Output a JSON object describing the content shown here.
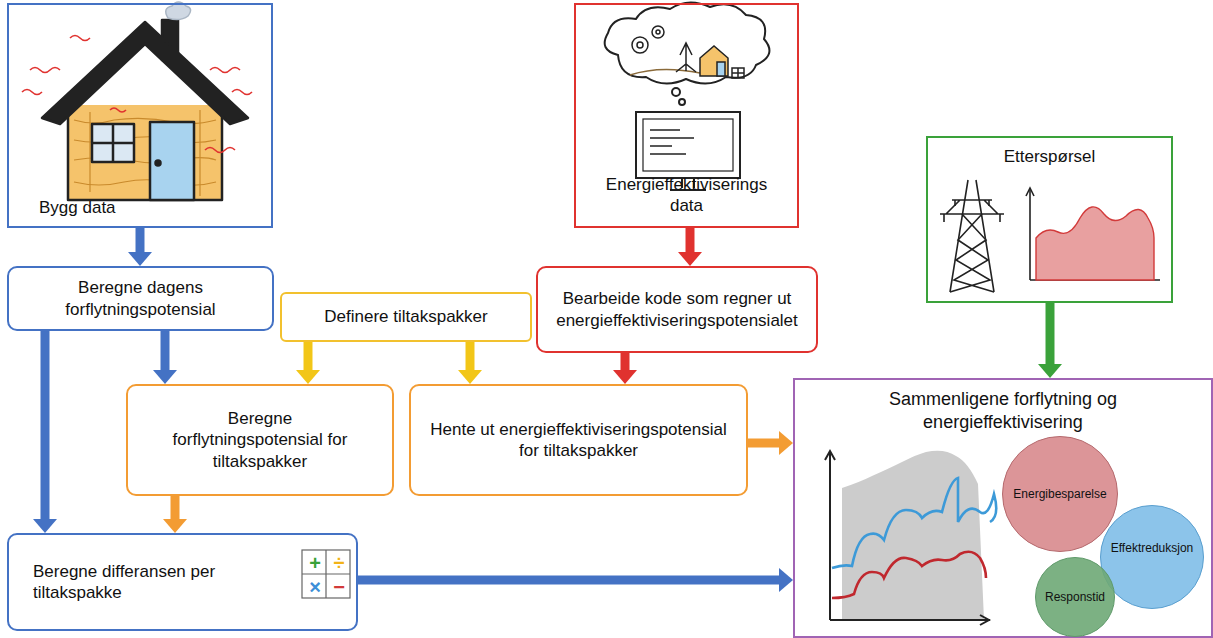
{
  "diagram": {
    "nodes": [
      {
        "text": [
          "Bygg data"
        ]
      },
      {
        "text": [
          "Energieffektiviserings data"
        ]
      },
      {
        "text": [
          "Etterspørsel"
        ]
      },
      {
        "text": [
          "Beregne dagens forflytningspotensial"
        ]
      },
      {
        "text": [
          "Definere tiltakspakker"
        ]
      },
      {
        "text": [
          "Bearbeide kode som regner ut energieffektiviseringspotensialet"
        ]
      },
      {
        "text": [
          "Beregne forflytningspotensial for tiltakspakker"
        ]
      },
      {
        "text": [
          "Hente ut energieffektiviseringspotensial for tiltakspakker"
        ]
      },
      {
        "text": [
          "Sammenligene forflytning og energieffektivisering"
        ]
      },
      {
        "text": [
          "Energibesparelse"
        ],
        "in": 8
      },
      {
        "text": [
          "Effektreduksjon"
        ],
        "in": 8
      },
      {
        "text": [
          "Responstid"
        ],
        "in": 8
      },
      {
        "text": [
          "Beregne differansen per tiltakspakke"
        ]
      }
    ],
    "edges": [
      {
        "from": 0,
        "to": 3,
        "arrow": "to"
      },
      {
        "from": 1,
        "to": 5,
        "arrow": "to"
      },
      {
        "from": 3,
        "to": 6,
        "arrow": "to"
      },
      {
        "from": 4,
        "to": 6,
        "arrow": "to"
      },
      {
        "from": 4,
        "to": 7,
        "arrow": "to"
      },
      {
        "from": 5,
        "to": 7,
        "arrow": "to"
      },
      {
        "from": 3,
        "to": 12,
        "arrow": "to"
      },
      {
        "from": 6,
        "to": 12,
        "arrow": "to"
      },
      {
        "from": 7,
        "to": 8,
        "arrow": "to"
      },
      {
        "from": 2,
        "to": 8,
        "arrow": "to"
      },
      {
        "from": 12,
        "to": 8,
        "arrow": "to"
      }
    ],
    "labels": [
      "+",
      "÷",
      "×",
      "−"
    ]
  }
}
